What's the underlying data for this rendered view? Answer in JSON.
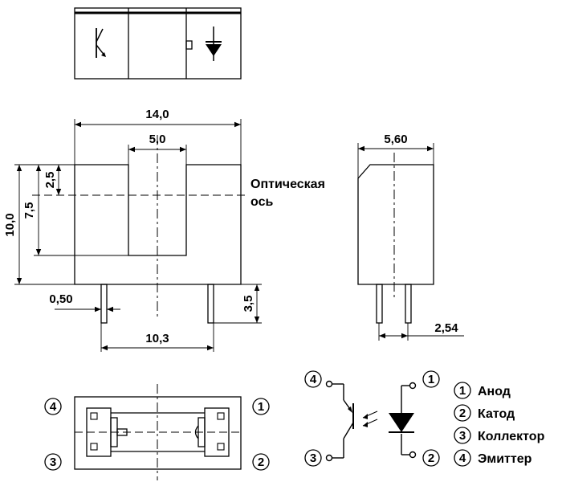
{
  "dimensions": {
    "width_total": "14,0",
    "slot_width": "5,0",
    "height_total": "10,0",
    "height_slot": "7,5",
    "optical_axis_offset": "2,5",
    "pin_width": "0,50",
    "pin_length": "3,5",
    "pin_spacing": "10,3",
    "side_width": "5,60",
    "side_pin_pitch": "2,54"
  },
  "optical_axis_label": [
    "Оптическая",
    "ось"
  ],
  "pins": {
    "p1": "1",
    "p2": "2",
    "p3": "3",
    "p4": "4"
  },
  "legend": [
    {
      "num": "1",
      "label": "Анод"
    },
    {
      "num": "2",
      "label": "Катод"
    },
    {
      "num": "3",
      "label": "Коллектор"
    },
    {
      "num": "4",
      "label": "Эмиттер"
    }
  ]
}
